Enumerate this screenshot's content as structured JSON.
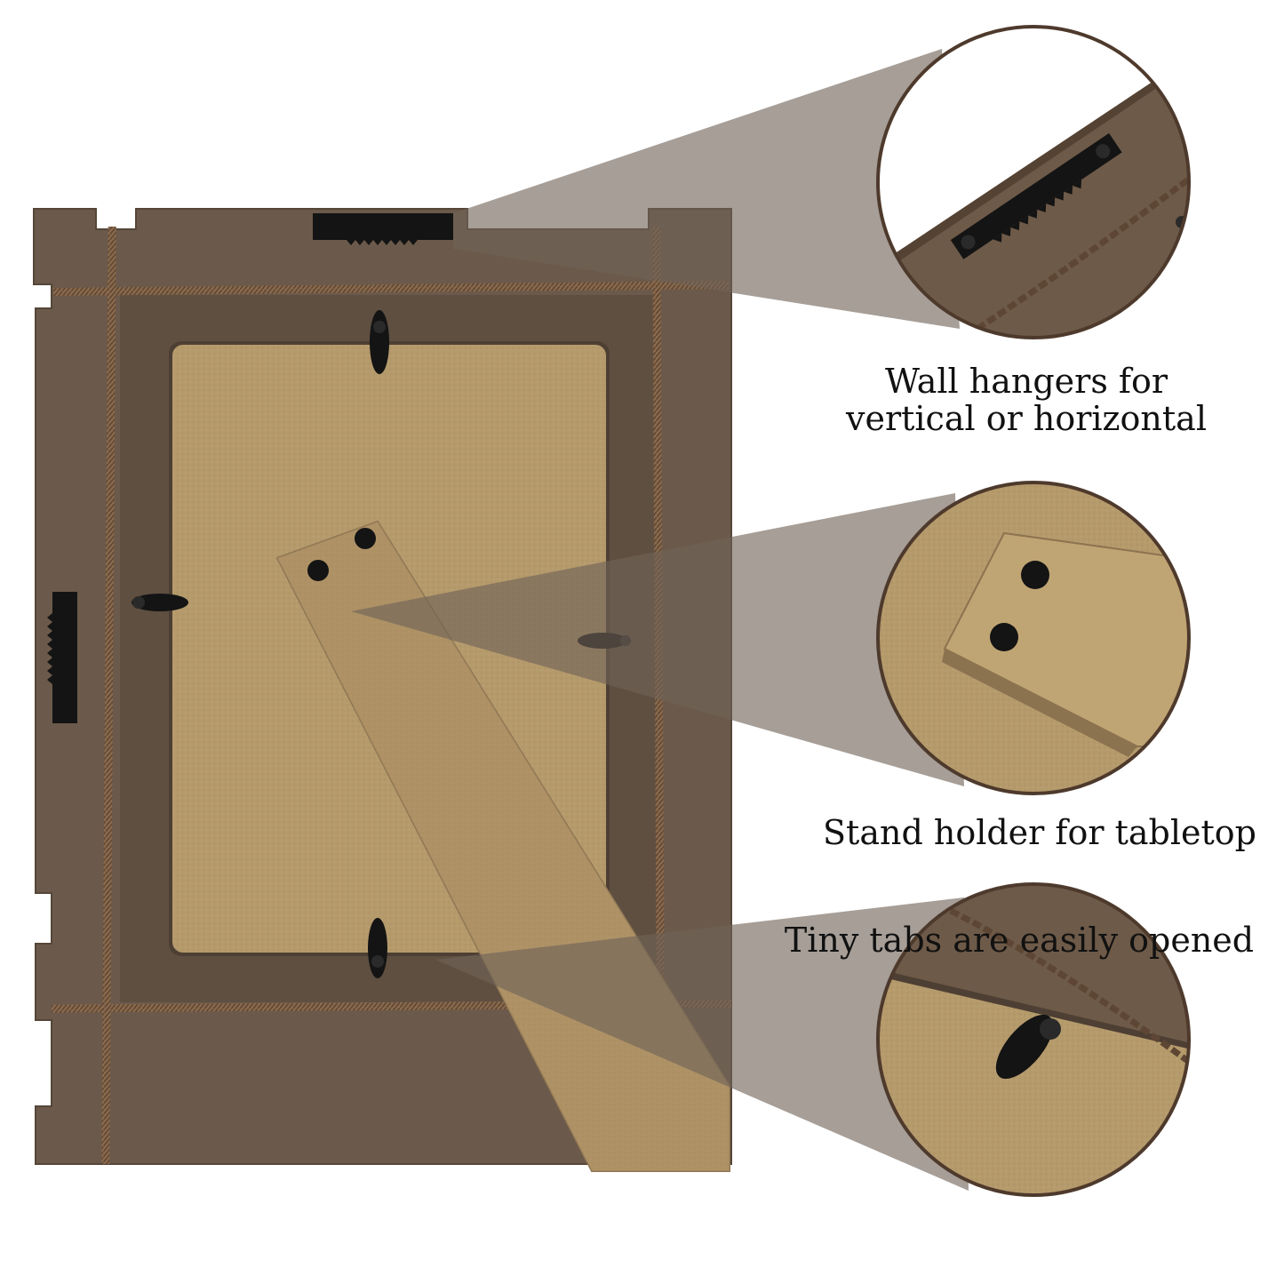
{
  "colors": {
    "background": "#ffffff",
    "frame": "#6b5a4b",
    "frame_edge": "#554638",
    "frame_inner": "#5f4f41",
    "backboard": "#b59a6c",
    "twine": "#8a6a4c",
    "hardware": "#141414",
    "projection": "#6f6257",
    "circle_border": "#4e3a2c"
  },
  "features": [
    {
      "id": "wall-hangers",
      "lines": [
        "Wall hangers for",
        "vertical or horizontal"
      ],
      "icon": "sawtooth-hanger-icon"
    },
    {
      "id": "stand-holder",
      "lines": [
        "Stand holder for tabletop"
      ],
      "icon": "stand-screw-icon"
    },
    {
      "id": "tiny-tabs",
      "lines": [
        "Tiny tabs are easily opened"
      ],
      "icon": "turn-tab-icon"
    }
  ]
}
